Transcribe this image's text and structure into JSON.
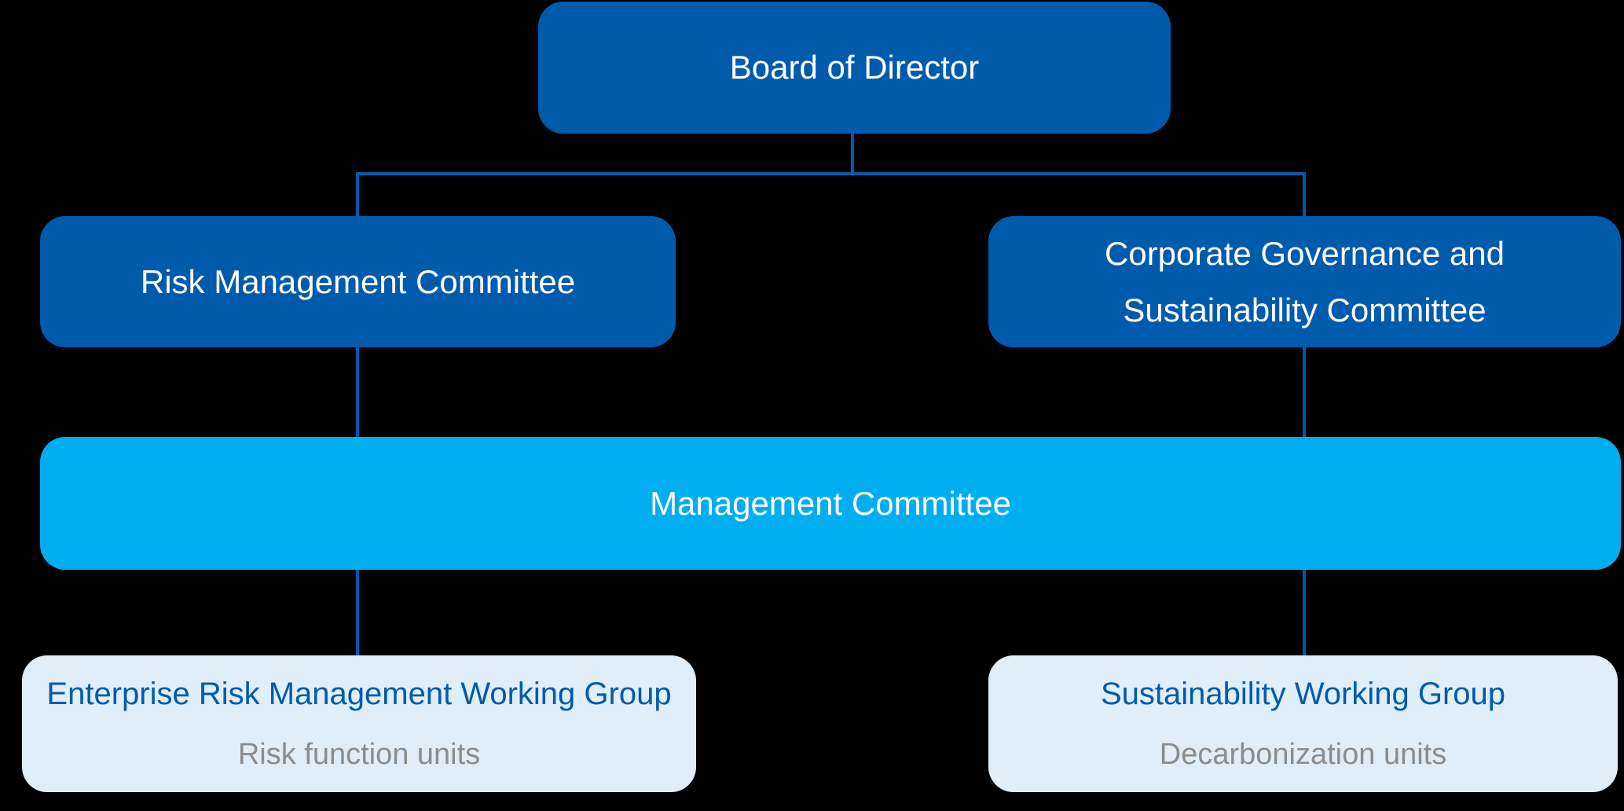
{
  "diagram": {
    "type": "org-chart",
    "background_color": "#000000",
    "connector_color": "#005BAC",
    "colors": {
      "committee_fill": "#005BAC",
      "management_fill": "#00AEEF",
      "working_group_fill": "#DFEEF8",
      "committee_text": "#FFFFFF",
      "working_group_title_text": "#005BAC",
      "working_group_subtitle_text": "#8C8C8C"
    },
    "nodes": {
      "board": {
        "label": "Board of Director"
      },
      "risk_committee": {
        "label": "Risk Management Committee"
      },
      "governance_committee": {
        "lines": [
          "Corporate Governance and",
          "Sustainability Committee"
        ]
      },
      "management_committee": {
        "label": "Management Committee"
      },
      "erm_working_group": {
        "title": "Enterprise Risk Management Working Group",
        "subtitle": "Risk function units"
      },
      "sustainability_working_group": {
        "title": "Sustainability Working Group",
        "subtitle": "Decarbonization units"
      }
    },
    "edges": [
      "board -> risk_committee",
      "board -> governance_committee",
      "risk_committee -> management_committee",
      "governance_committee -> management_committee",
      "management_committee -> erm_working_group",
      "management_committee -> sustainability_working_group"
    ]
  }
}
